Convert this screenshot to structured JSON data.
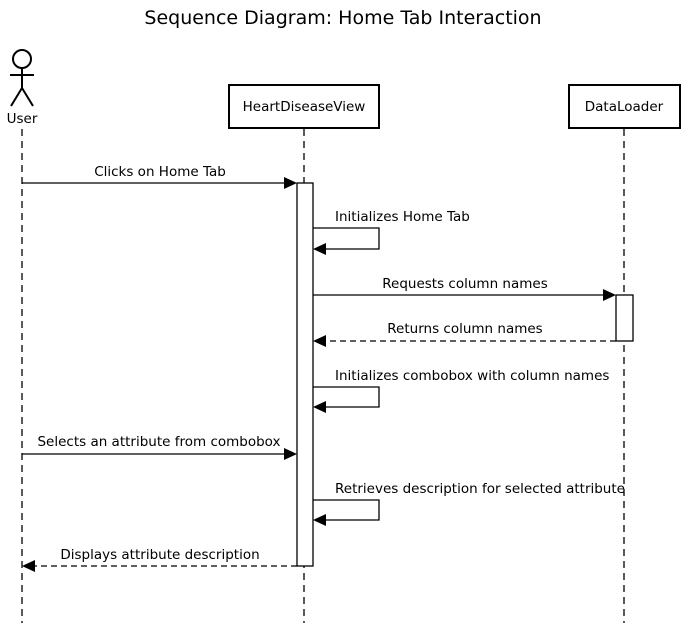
{
  "diagram": {
    "title": "Sequence Diagram: Home Tab Interaction",
    "participants": {
      "user": "User",
      "view": "HeartDiseaseView",
      "loader": "DataLoader"
    },
    "messages": [
      {
        "from": "user",
        "to": "view",
        "kind": "sync",
        "label": "Clicks on Home Tab"
      },
      {
        "from": "view",
        "to": "view",
        "kind": "self",
        "label": "Initializes Home Tab"
      },
      {
        "from": "view",
        "to": "loader",
        "kind": "sync",
        "label": "Requests column names"
      },
      {
        "from": "loader",
        "to": "view",
        "kind": "return",
        "label": "Returns column names"
      },
      {
        "from": "view",
        "to": "view",
        "kind": "self",
        "label": "Initializes combobox with column names"
      },
      {
        "from": "user",
        "to": "view",
        "kind": "sync",
        "label": "Selects an attribute from combobox"
      },
      {
        "from": "view",
        "to": "view",
        "kind": "self",
        "label": "Retrieves description for selected attribute"
      },
      {
        "from": "view",
        "to": "user",
        "kind": "return",
        "label": "Displays attribute description"
      }
    ]
  }
}
